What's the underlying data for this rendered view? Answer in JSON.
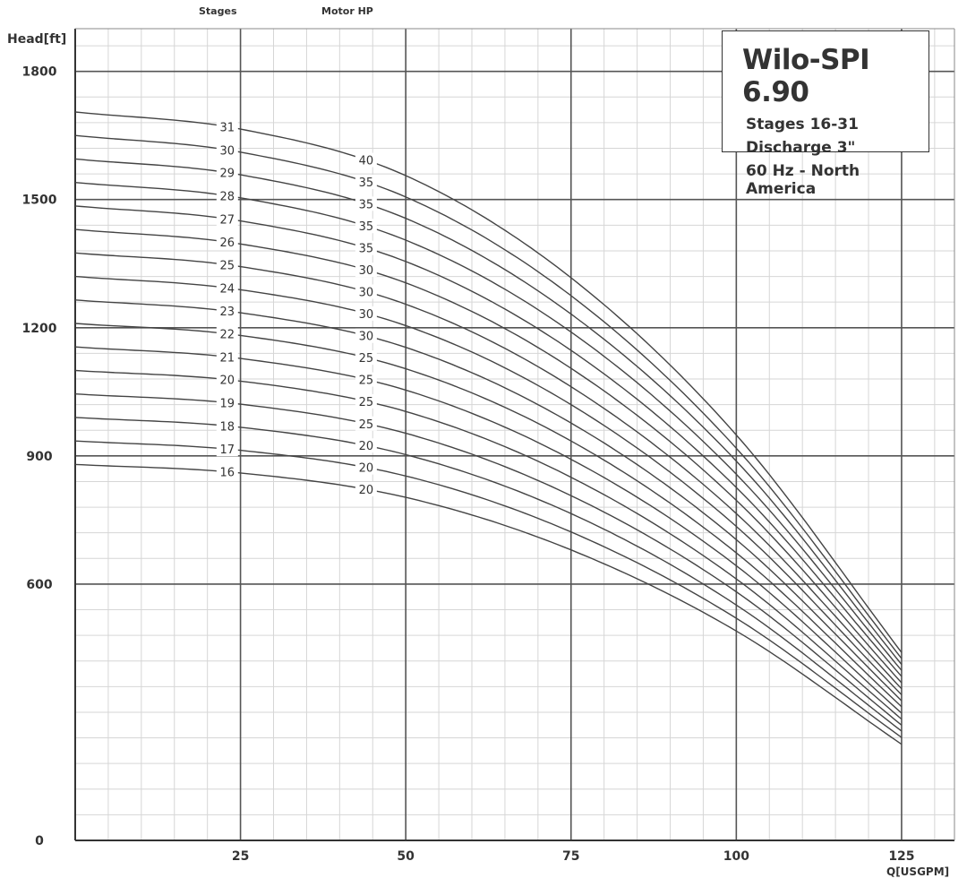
{
  "header": {
    "stages_label": "Stages",
    "motor_label": "Motor HP"
  },
  "info_box": {
    "title": "Wilo-SPI 6.90",
    "lines": [
      "Stages 16-31",
      "Discharge 3\"",
      "60 Hz - North America"
    ]
  },
  "chart_data": {
    "type": "line",
    "title": "Wilo-SPI 6.90",
    "xlabel": "Q[USGPM]",
    "ylabel": "Head[ft]",
    "xlim": [
      0,
      133
    ],
    "ylim": [
      0,
      1900
    ],
    "x_ticks": [
      25,
      50,
      75,
      100,
      125
    ],
    "y_ticks": [
      0,
      600,
      900,
      1200,
      1500,
      1800
    ],
    "grid": true,
    "x": [
      0,
      25,
      50,
      75,
      100,
      125
    ],
    "series": [
      {
        "stage": "16",
        "hp": "20",
        "values": [
          880,
          860,
          803,
          680,
          490,
          225
        ]
      },
      {
        "stage": "17",
        "hp": "20",
        "values": [
          935,
          913,
          853,
          722,
          520,
          241
        ]
      },
      {
        "stage": "18",
        "hp": "20",
        "values": [
          990,
          967,
          903,
          765,
          551,
          256
        ]
      },
      {
        "stage": "19",
        "hp": "25",
        "values": [
          1045,
          1021,
          953,
          807,
          582,
          270
        ]
      },
      {
        "stage": "20",
        "hp": "25",
        "values": [
          1100,
          1075,
          1004,
          850,
          612,
          284
        ]
      },
      {
        "stage": "21",
        "hp": "25",
        "values": [
          1155,
          1128,
          1054,
          892,
          643,
          298
        ]
      },
      {
        "stage": "22",
        "hp": "25",
        "values": [
          1210,
          1182,
          1104,
          935,
          673,
          313
        ]
      },
      {
        "stage": "23",
        "hp": "30",
        "values": [
          1265,
          1235,
          1154,
          977,
          704,
          327
        ]
      },
      {
        "stage": "24",
        "hp": "30",
        "values": [
          1320,
          1289,
          1205,
          1020,
          735,
          341
        ]
      },
      {
        "stage": "25",
        "hp": "30",
        "values": [
          1375,
          1343,
          1255,
          1062,
          765,
          355
        ]
      },
      {
        "stage": "26",
        "hp": "30",
        "values": [
          1430,
          1396,
          1305,
          1105,
          796,
          369
        ]
      },
      {
        "stage": "27",
        "hp": "35",
        "values": [
          1485,
          1450,
          1355,
          1147,
          826,
          384
        ]
      },
      {
        "stage": "28",
        "hp": "35",
        "values": [
          1540,
          1504,
          1405,
          1190,
          857,
          398
        ]
      },
      {
        "stage": "29",
        "hp": "35",
        "values": [
          1595,
          1558,
          1456,
          1232,
          888,
          412
        ]
      },
      {
        "stage": "30",
        "hp": "35",
        "values": [
          1650,
          1611,
          1506,
          1275,
          918,
          426
        ]
      },
      {
        "stage": "31",
        "hp": "40",
        "values": [
          1705,
          1665,
          1556,
          1317,
          949,
          440
        ]
      }
    ]
  }
}
